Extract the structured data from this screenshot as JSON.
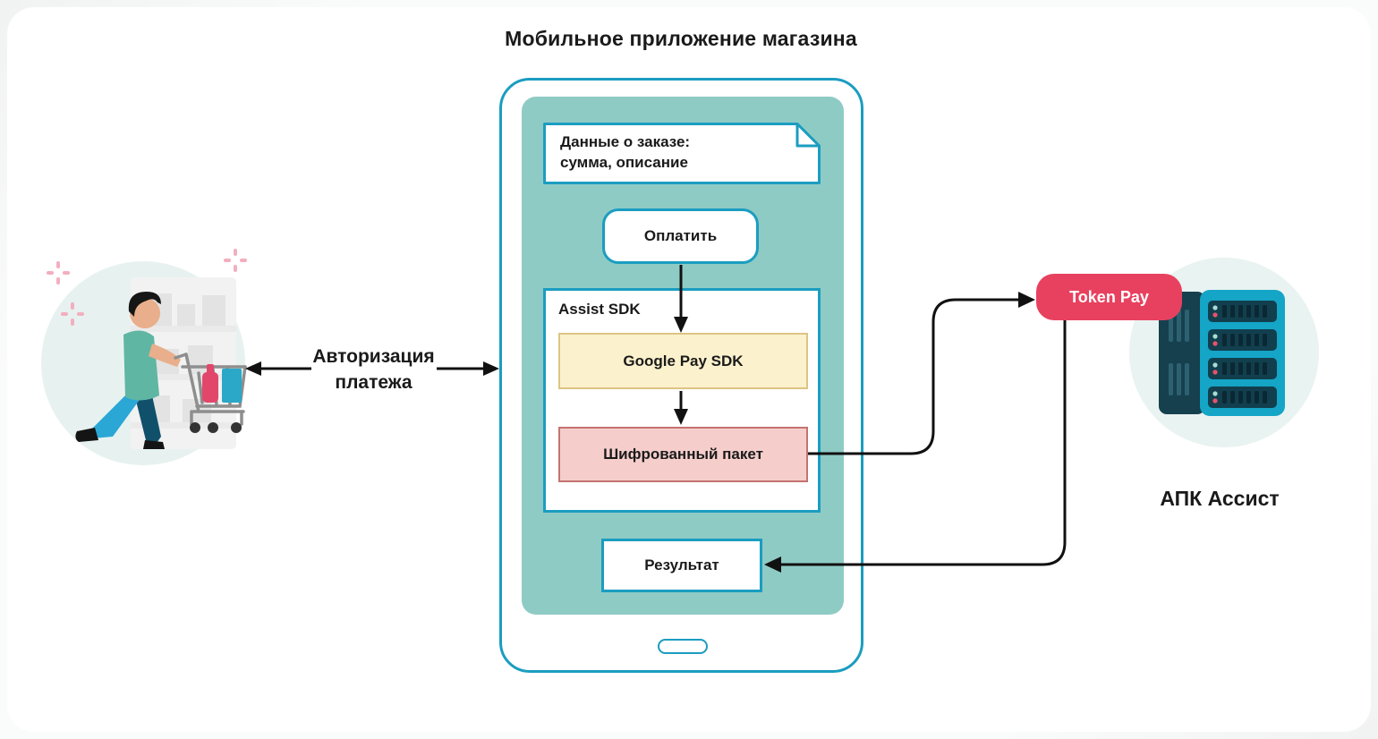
{
  "title": "Мобильное приложение магазина",
  "auth": {
    "line1": "Авторизация",
    "line2": "платежа"
  },
  "phone": {
    "order": {
      "line1": "Данные о заказе:",
      "line2": "сумма, описание"
    },
    "pay_button": "Оплатить",
    "sdk_label": "Assist SDK",
    "google_pay": "Google Pay SDK",
    "encrypted_packet": "Шифрованный пакет",
    "result": "Результат"
  },
  "assist_side": {
    "token_pay": "Token Pay",
    "server_label": "АПК Ассист"
  },
  "icons": {
    "shopper_cart": "person-with-shopping-cart-illustration",
    "server_rack": "server-rack-illustration",
    "sparkle": "pink-plus-sparkle",
    "document_fold": "folded-corner-document",
    "home_button": "phone-home-pill"
  },
  "colors": {
    "teal_border": "#1b9dc0",
    "screen_fill": "#8fcbc5",
    "yellow_fill": "#fbf1cd",
    "yellow_border": "#dcc583",
    "pink_fill": "#f5cecc",
    "pink_border": "#c4736f",
    "crimson": "#e8415f",
    "mint_circle": "#e7f2f0",
    "rack_dark": "#16404e",
    "rack_cyan": "#14a5c7",
    "arrow": "#111111",
    "sparkle_pink": "#f3aec0"
  }
}
